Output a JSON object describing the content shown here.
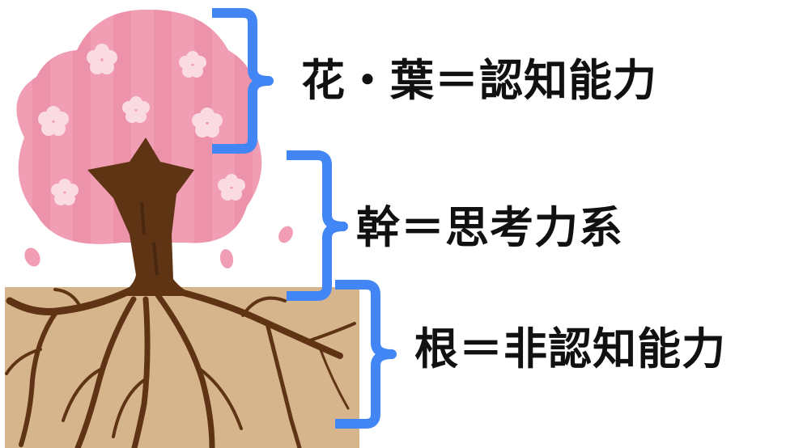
{
  "labels": {
    "top": "花・葉＝認知能力",
    "middle": "幹＝思考力系",
    "bottom": "根＝非認知能力"
  },
  "colors": {
    "blossom": "#f19db3",
    "blossom_stripe": "#e88ba4",
    "petal": "#fbdbe3",
    "trunk": "#5e3415",
    "trunk_shade": "#4a2810",
    "soil": "#d6b58d",
    "bracket": "#4285f4",
    "text": "#111111"
  }
}
